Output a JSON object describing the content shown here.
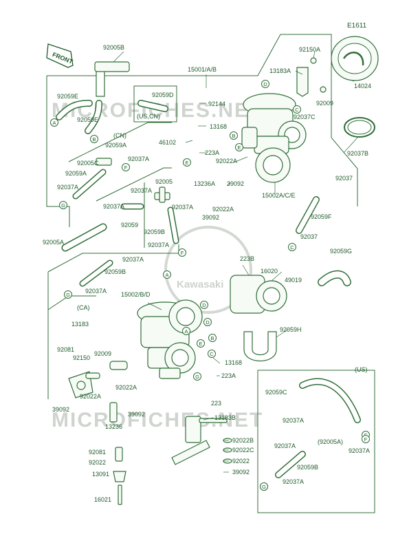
{
  "sheet_code": "E1611",
  "front_label": "FRONT",
  "watermark": "MICROFICHES.NET",
  "logo_text": "Kawasaki",
  "parts": [
    {
      "key": "p1",
      "text": "92005B"
    },
    {
      "key": "p2",
      "text": "15001/A/B"
    },
    {
      "key": "p3",
      "text": "92150A"
    },
    {
      "key": "p4",
      "text": "13183A"
    },
    {
      "key": "p5",
      "text": "14024"
    },
    {
      "key": "p6",
      "text": "92059E"
    },
    {
      "key": "p7",
      "text": "92059D"
    },
    {
      "key": "p8",
      "text": "(US,CN)"
    },
    {
      "key": "p9",
      "text": "92144"
    },
    {
      "key": "p10",
      "text": "92009"
    },
    {
      "key": "p11",
      "text": "92037C"
    },
    {
      "key": "p12",
      "text": "92059E"
    },
    {
      "key": "p13",
      "text": "13168"
    },
    {
      "key": "p14",
      "text": "(CN)"
    },
    {
      "key": "p15",
      "text": "92059A"
    },
    {
      "key": "p16",
      "text": "46102"
    },
    {
      "key": "p17",
      "text": "223A"
    },
    {
      "key": "p18",
      "text": "92037A"
    },
    {
      "key": "p19",
      "text": "92005C"
    },
    {
      "key": "p20",
      "text": "92022A"
    },
    {
      "key": "p21",
      "text": "92037B"
    },
    {
      "key": "p22",
      "text": "92059A"
    },
    {
      "key": "p23",
      "text": "13236A"
    },
    {
      "key": "p24",
      "text": "39092"
    },
    {
      "key": "p25",
      "text": "92037"
    },
    {
      "key": "p26",
      "text": "92037A"
    },
    {
      "key": "p27",
      "text": "92037A"
    },
    {
      "key": "p28",
      "text": "92005"
    },
    {
      "key": "p29",
      "text": "15002A/C/E"
    },
    {
      "key": "p30",
      "text": "92037A"
    },
    {
      "key": "p31",
      "text": "92037A"
    },
    {
      "key": "p32",
      "text": "92022A"
    },
    {
      "key": "p33",
      "text": "92059F"
    },
    {
      "key": "p34",
      "text": "92059"
    },
    {
      "key": "p35",
      "text": "39092"
    },
    {
      "key": "p36",
      "text": "92005A"
    },
    {
      "key": "p37",
      "text": "92059B"
    },
    {
      "key": "p38",
      "text": "92037"
    },
    {
      "key": "p39",
      "text": "92037A"
    },
    {
      "key": "p40",
      "text": "92037A"
    },
    {
      "key": "p41",
      "text": "92059G"
    },
    {
      "key": "p42",
      "text": "223B"
    },
    {
      "key": "p43",
      "text": "92059B"
    },
    {
      "key": "p44",
      "text": "16020"
    },
    {
      "key": "p45",
      "text": "49019"
    },
    {
      "key": "p46",
      "text": "92037A"
    },
    {
      "key": "p47",
      "text": "(CA)"
    },
    {
      "key": "p48",
      "text": "15002/B/D"
    },
    {
      "key": "p49",
      "text": "13183"
    },
    {
      "key": "p50",
      "text": "92059H"
    },
    {
      "key": "p51",
      "text": "92081"
    },
    {
      "key": "p52",
      "text": "92009"
    },
    {
      "key": "p53",
      "text": "92150"
    },
    {
      "key": "p54",
      "text": "13168"
    },
    {
      "key": "p55",
      "text": "(US)"
    },
    {
      "key": "p56",
      "text": "223A"
    },
    {
      "key": "p57",
      "text": "92022A"
    },
    {
      "key": "p58",
      "text": "92022A"
    },
    {
      "key": "p59",
      "text": "92059C"
    },
    {
      "key": "p60",
      "text": "39092"
    },
    {
      "key": "p61",
      "text": "39092"
    },
    {
      "key": "p62",
      "text": "223"
    },
    {
      "key": "p63",
      "text": "13183B"
    },
    {
      "key": "p64",
      "text": "13236"
    },
    {
      "key": "p65",
      "text": "92037A"
    },
    {
      "key": "p66",
      "text": "(92005A)"
    },
    {
      "key": "p67",
      "text": "92037A"
    },
    {
      "key": "p68",
      "text": "92022B"
    },
    {
      "key": "p69",
      "text": "92081"
    },
    {
      "key": "p70",
      "text": "92022C"
    },
    {
      "key": "p71",
      "text": "92037A"
    },
    {
      "key": "p72",
      "text": "92022"
    },
    {
      "key": "p73",
      "text": "92022"
    },
    {
      "key": "p74",
      "text": "92059B"
    },
    {
      "key": "p75",
      "text": "13091"
    },
    {
      "key": "p76",
      "text": "39092"
    },
    {
      "key": "p77",
      "text": "92037A"
    },
    {
      "key": "p78",
      "text": "16021"
    }
  ],
  "ref_letters": [
    {
      "key": "r1",
      "text": "A"
    },
    {
      "key": "r2",
      "text": "B"
    },
    {
      "key": "r3",
      "text": "C"
    },
    {
      "key": "r4",
      "text": "D"
    },
    {
      "key": "r5",
      "text": "E"
    },
    {
      "key": "r6",
      "text": "F"
    },
    {
      "key": "r7",
      "text": "G"
    },
    {
      "key": "r8",
      "text": "E"
    },
    {
      "key": "r9",
      "text": "B"
    },
    {
      "key": "r10",
      "text": "D"
    },
    {
      "key": "r11",
      "text": "F"
    },
    {
      "key": "r12",
      "text": "G"
    },
    {
      "key": "r13",
      "text": "C"
    },
    {
      "key": "r14",
      "text": "F"
    },
    {
      "key": "r15",
      "text": "G"
    },
    {
      "key": "r16",
      "text": "A"
    },
    {
      "key": "r17",
      "text": "A"
    },
    {
      "key": "r18",
      "text": "E"
    },
    {
      "key": "r19",
      "text": "C"
    },
    {
      "key": "r20",
      "text": "G"
    },
    {
      "key": "r21",
      "text": "B"
    },
    {
      "key": "r22",
      "text": "D"
    },
    {
      "key": "r23",
      "text": "F"
    },
    {
      "key": "r24",
      "text": "G"
    }
  ]
}
